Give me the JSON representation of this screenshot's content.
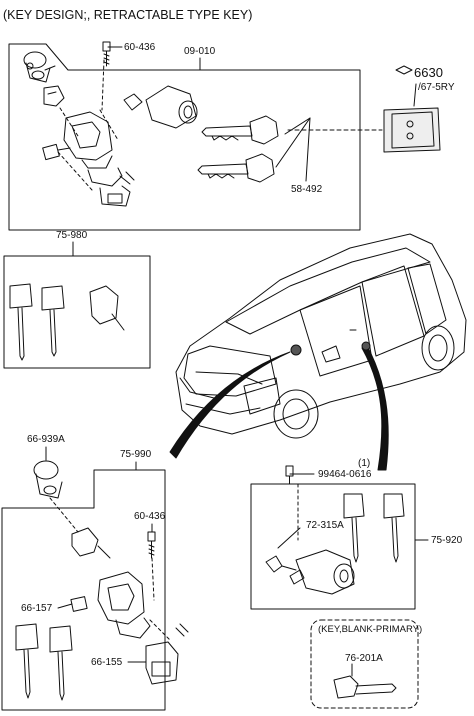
{
  "header": {
    "title": "(KEY DESIGN;, RETRACTABLE TYPE KEY)"
  },
  "labels": {
    "l_60436_top": "60-436",
    "l_09010": "09-010",
    "l_6630": "6630",
    "l_675ry": "/67-5RY",
    "l_58492": "58-492",
    "l_75980": "75-980",
    "l_66939a": "66-939A",
    "l_75990": "75-990",
    "l_60436_bot": "60-436",
    "l_66157": "66-157",
    "l_66155": "66-155",
    "l_note1": "(1)",
    "l_99464": "99464-0616",
    "l_72315a": "72-315A",
    "l_75920": "75-920",
    "l_keyblank": "(KEY,BLANK-PRIMARY)",
    "l_76201a": "76-201A"
  }
}
